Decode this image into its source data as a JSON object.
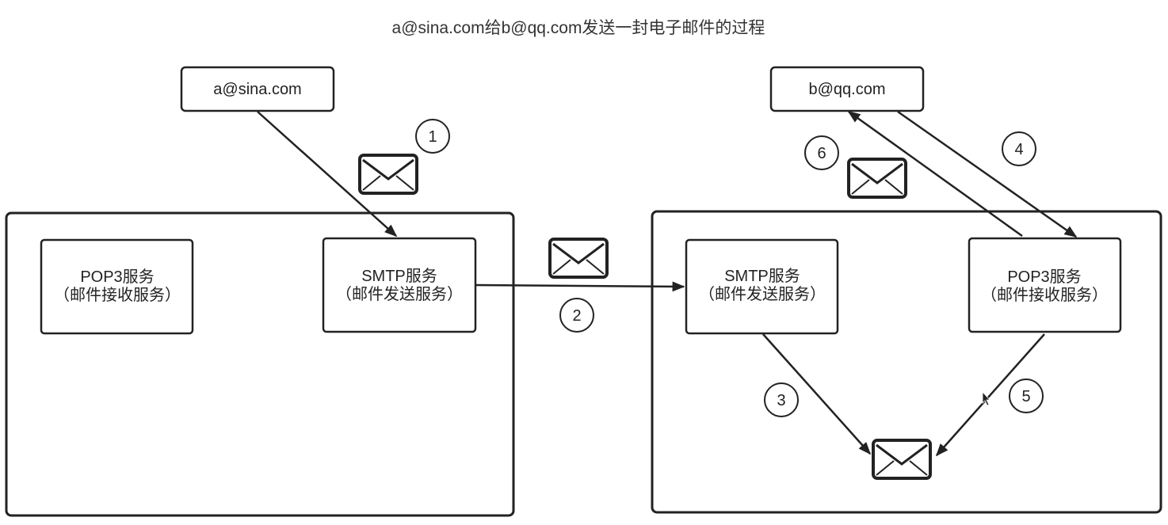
{
  "title": "a@sina.com给b@qq.com发送一封电子邮件的过程",
  "sender": {
    "label": "a@sina.com"
  },
  "receiver": {
    "label": "b@qq.com"
  },
  "left_server": {
    "pop3": {
      "line1": "POP3服务",
      "line2": "（邮件接收服务）"
    },
    "smtp": {
      "line1": "SMTP服务",
      "line2": "（邮件发送服务）"
    }
  },
  "right_server": {
    "smtp": {
      "line1": "SMTP服务",
      "line2": "（邮件发送服务）"
    },
    "pop3": {
      "line1": "POP3服务",
      "line2": "（邮件接收服务）"
    }
  },
  "steps": [
    "1",
    "2",
    "3",
    "4",
    "5",
    "6"
  ],
  "icons": [
    "envelope-icon",
    "cursor-icon"
  ],
  "colors": {
    "stroke": "#222222",
    "background": "#ffffff"
  }
}
